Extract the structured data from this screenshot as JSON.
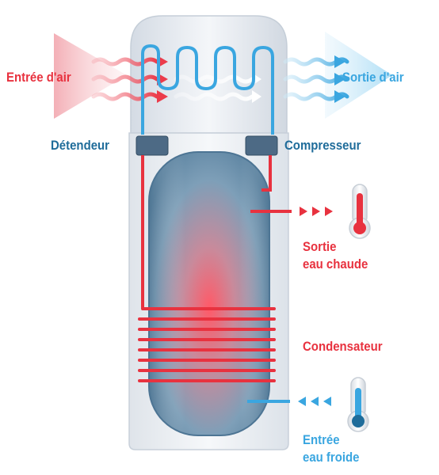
{
  "labels": {
    "air_in": "Entrée d'air",
    "air_out": "Sortie d'air",
    "expander": "Détendeur",
    "compressor": "Compresseur",
    "hot_water_line1": "Sortie",
    "hot_water_line2": "eau chaude",
    "condenser": "Condensateur",
    "cold_water_line1": "Entrée",
    "cold_water_line2": "eau froide"
  },
  "colors": {
    "hot": "#e8323f",
    "cold": "#3aa6e0",
    "label_dark_blue": "#1f6c9a",
    "housing": "#e4e9f0",
    "tank": "#7e9fb8"
  },
  "icons": [
    "thermometer-hot-icon",
    "thermometer-cold-icon",
    "air-flow-arrow-icon"
  ]
}
